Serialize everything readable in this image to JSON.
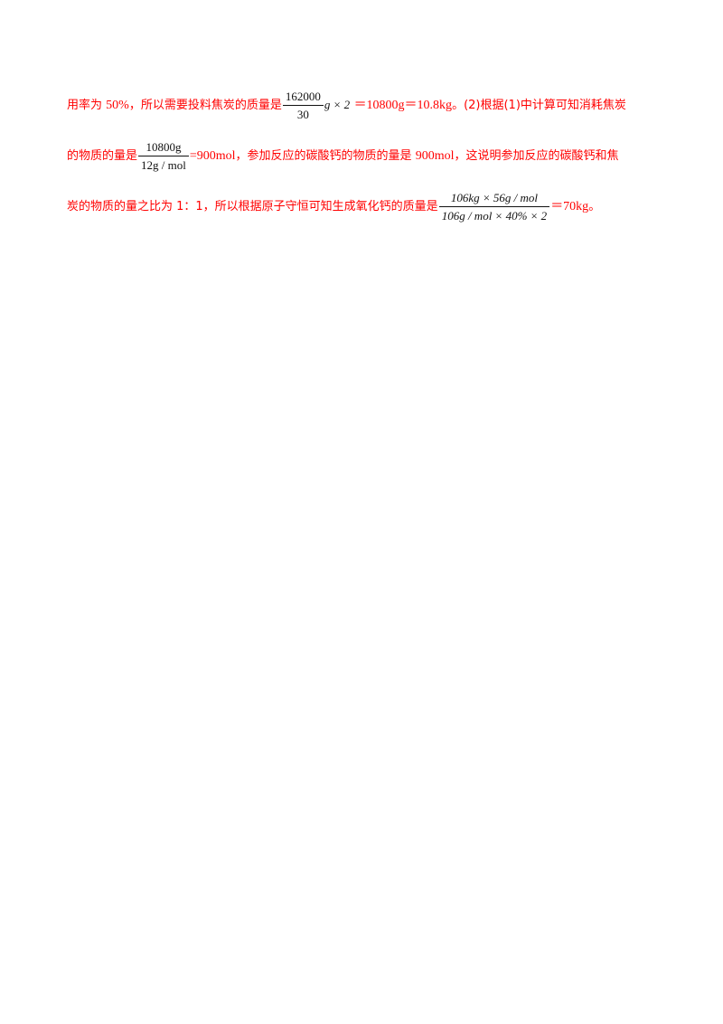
{
  "line1": {
    "t1": "用率为 ",
    "t2": "50%",
    "t3": "，所以需要投料焦炭的质量是",
    "frac_num": "162000",
    "frac_den": "30",
    "g_times": "g × 2",
    "t4": "＝10800g＝10.8kg",
    "t5": "。(2)根据(1)中计算可知消耗焦炭"
  },
  "line2": {
    "t1": "的物质的量是",
    "frac_num": "10800g",
    "frac_den": "12g / mol",
    "t2": "=900mol",
    "t3": "，参加反应的碳酸钙的物质的量是 ",
    "t4": "900mol",
    "t5": "，这说明参加反应的碳酸钙和焦"
  },
  "line3": {
    "t1": "炭的物质的量之比为 1：1，所以根据原子守恒可知生成氧化钙的质量是",
    "frac_num": "106kg × 56g / mol",
    "frac_den": "106g / mol × 40% × 2",
    "t2": "＝70kg",
    "t3": "。"
  }
}
